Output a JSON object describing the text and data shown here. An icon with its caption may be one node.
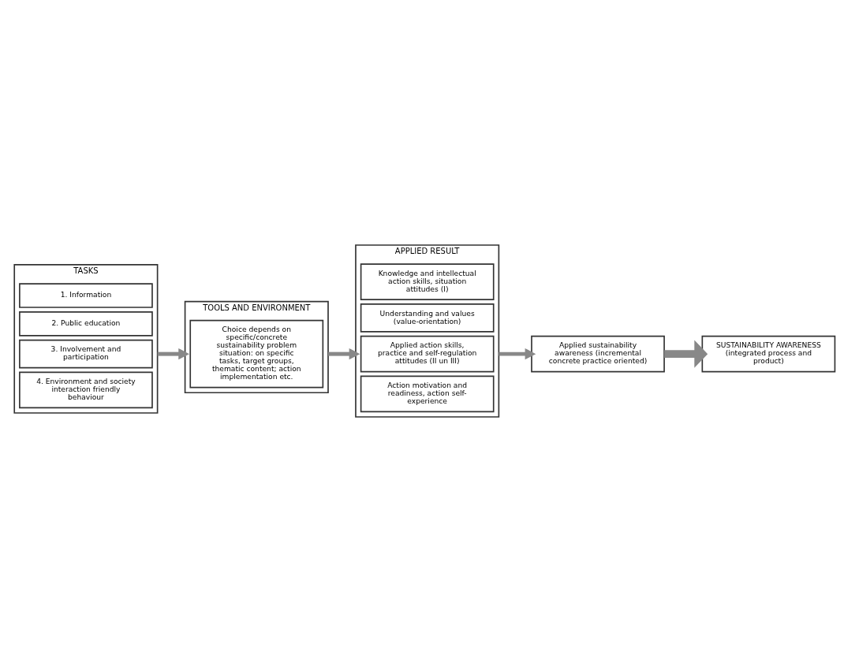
{
  "diagram": {
    "nodes": [
      {
        "text": [
          "TASKS"
        ]
      },
      {
        "text": [
          "1. Information"
        ],
        "in": 0
      },
      {
        "text": [
          "2. Public education"
        ],
        "in": 0
      },
      {
        "text": [
          "3. Involvement and participation"
        ],
        "in": 0
      },
      {
        "text": [
          "4. Environment and society interaction friendly behaviour"
        ],
        "in": 0
      },
      {
        "text": [
          "TOOLS AND ENVIRONMENT"
        ]
      },
      {
        "text": [
          "Choice depends on specific/concrete sustainability problem situation: on specific tasks, target groups, thematic content; action implementation etc."
        ],
        "in": 5
      },
      {
        "text": [
          "APPLIED RESULT"
        ]
      },
      {
        "text": [
          "Knowledge and intellectual action skills, situation attitudes (I)"
        ],
        "in": 7
      },
      {
        "text": [
          "Understanding and values (value-orientation)"
        ],
        "in": 7
      },
      {
        "text": [
          "Applied action skills, practice and self-regulation attitudes (II un III)"
        ],
        "in": 7
      },
      {
        "text": [
          "Action motivation and readiness, action self-experience"
        ],
        "in": 7
      },
      {
        "text": [
          "Applied sustainability awareness (incremental concrete practice oriented)"
        ]
      },
      {
        "text": [
          "SUSTAINABILITY AWARENESS",
          "(integrated process and product)"
        ]
      }
    ],
    "edges": [
      {
        "from": 0,
        "to": 5,
        "arrow": "to"
      },
      {
        "from": 5,
        "to": 7,
        "arrow": "to"
      },
      {
        "from": 7,
        "to": 12,
        "arrow": "to"
      },
      {
        "from": 12,
        "to": 13,
        "arrow": "to",
        "style": "thick"
      }
    ]
  }
}
